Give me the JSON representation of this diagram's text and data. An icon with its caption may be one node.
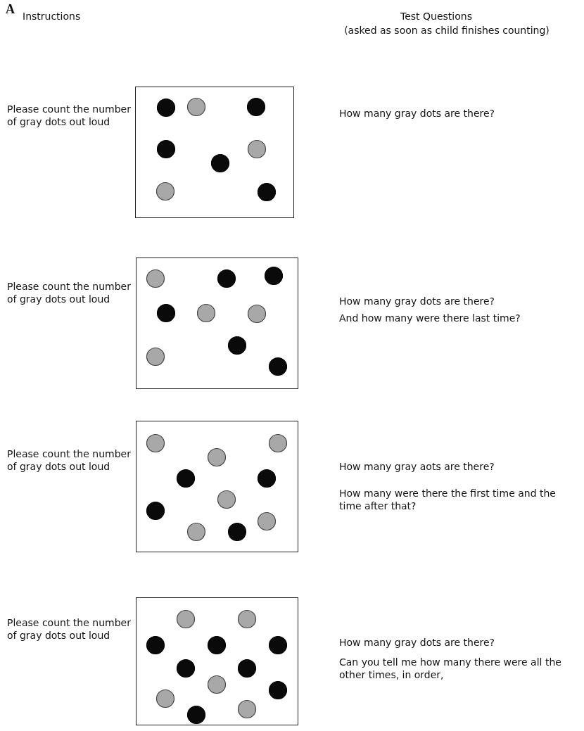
{
  "diagram": {
    "nodes": [
      {
        "text": [],
        "shape": "box"
      },
      {
        "text": [],
        "shape": "box"
      },
      {
        "text": [],
        "shape": "box"
      },
      {
        "text": [],
        "shape": "box"
      }
    ],
    "labels": [
      "A",
      "Instructions",
      "Test Questions",
      "(asked as soon as child finishes counting)",
      "Please count the number of gray dots out loud",
      "How many gray dots are there?",
      "Please count the number of gray dots out loud",
      "How many gray dots are there?",
      "And how many were there last time?",
      "Please count the number of gray dots out loud",
      "How many gray aots are there?",
      "How many were there the first time and the time after that?",
      "Please count the number of gray dots out loud",
      "How many gray dots are there?",
      "Can you tell me how many there were all the other times, in order,"
    ]
  }
}
